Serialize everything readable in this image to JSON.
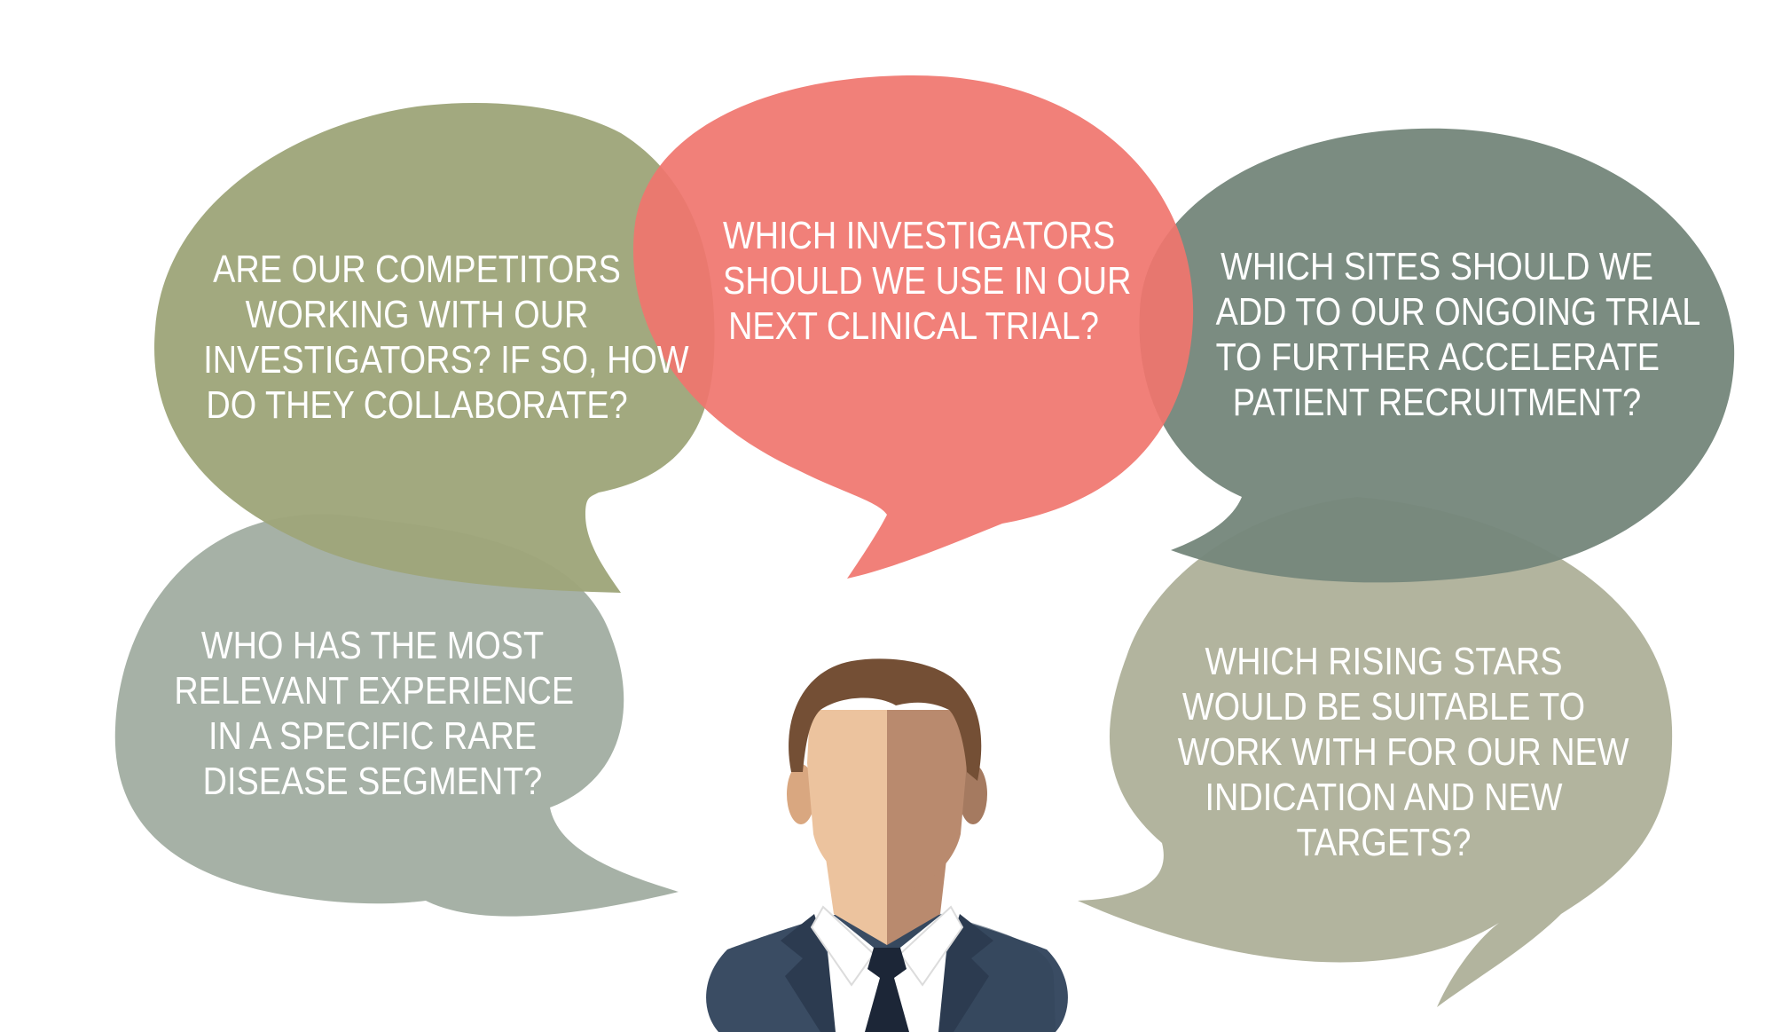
{
  "colors": {
    "olive": "#9ea67a",
    "coral": "#f0756e",
    "slate": "#76877c",
    "sage": "#a3aea3",
    "khaki": "#b0b39c",
    "skin_light": "#ecc39e",
    "skin_dark": "#b98a6e",
    "hair": "#744f35",
    "suit": "#3a4c63",
    "tie": "#1c2637",
    "shirt": "#ffffff"
  },
  "bubbles": [
    {
      "id": "competitors",
      "lines": [
        "ARE OUR COMPETITORS",
        "WORKING WITH OUR",
        "INVESTIGATORS? IF SO, HOW",
        "DO THEY COLLABORATE?"
      ]
    },
    {
      "id": "investigators",
      "lines": [
        "WHICH INVESTIGATORS",
        "SHOULD WE USE IN OUR",
        "NEXT CLINICAL TRIAL?"
      ]
    },
    {
      "id": "sites",
      "lines": [
        "WHICH SITES SHOULD WE",
        "ADD TO OUR ONGOING TRIAL",
        "TO FURTHER ACCELERATE",
        "PATIENT RECRUITMENT?"
      ]
    },
    {
      "id": "experience",
      "lines": [
        "WHO HAS THE MOST",
        "RELEVANT EXPERIENCE",
        "IN A SPECIFIC RARE",
        "DISEASE SEGMENT?"
      ]
    },
    {
      "id": "rising-stars",
      "lines": [
        "WHICH RISING STARS",
        "WOULD BE SUITABLE TO",
        "WORK WITH FOR OUR NEW",
        "INDICATION AND NEW",
        "TARGETS?"
      ]
    }
  ]
}
